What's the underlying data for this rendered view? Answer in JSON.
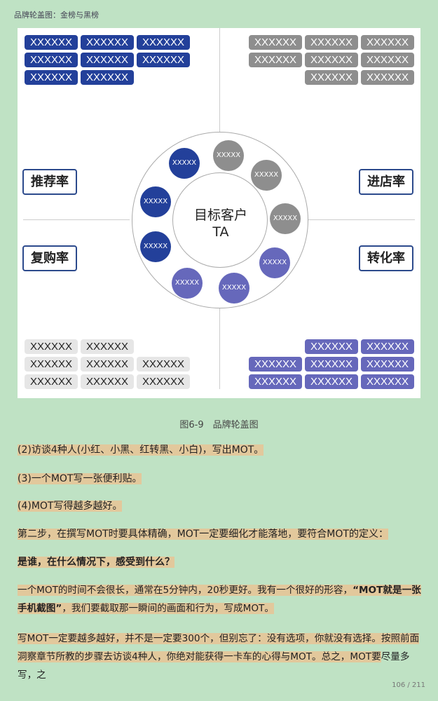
{
  "header": {
    "title": "品牌轮盖图：金榜与黑榜"
  },
  "figure": {
    "placeholder_tag": "XXXXXX",
    "placeholder_dot": "XXXXX",
    "center_line1": "目标客户",
    "center_line2": "TA",
    "labels": {
      "recommend": "推荐率",
      "repurchase": "复购率",
      "visit": "进店率",
      "conversion": "转化率"
    },
    "colors": {
      "blue": "#23409a",
      "gray": "#8e8e8e",
      "light": "#e6e6e6",
      "purple": "#6668bb"
    },
    "caption": "图6-9　品牌轮盖图"
  },
  "body": {
    "p1": "(2)访谈4种人(小红、小黑、红转黑、小白)，写出MOT。",
    "p2": "(3)一个MOT写一张便利贴。",
    "p3": "(4)MOT写得越多越好。",
    "p4": "第二步，在撰写MOT时要具体精确，MOT一定要细化才能落地，要符合MOT的定义：",
    "p5": "是谁，在什么情况下，感受到什么？",
    "p6a": "一个MOT的时间不会很长，通常在5分钟内，20秒更好。我有一个很好的形容，",
    "p6b": "“MOT就是一张手机截图”",
    "p6c": "，我们要截取那一瞬间的画面和行为，写成MOT。",
    "p7a": "写MOT一定要越多越好，并不是一定要300个，但别忘了：没有选项，你就没有选择。按照前面洞察章节所教的步骤去访谈4种人，你绝对能获得一卡车的心得与MOT。总之，MOT要",
    "p7b": "尽量多写，之"
  },
  "footer": {
    "page": "106 / 211"
  }
}
